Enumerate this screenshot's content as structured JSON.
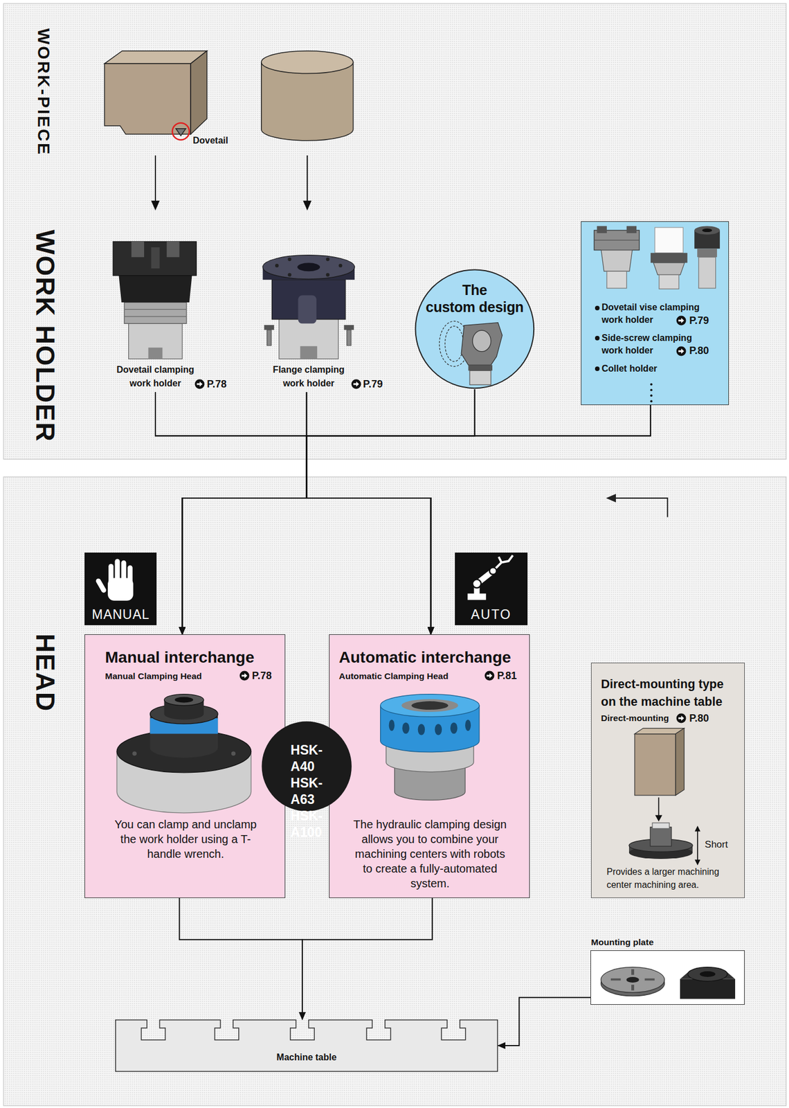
{
  "diagram": {
    "nodes": [
      {
        "text": [
          "Dovetail clamping work holder",
          "P.78"
        ]
      },
      {
        "text": [
          "Flange clamping work holder",
          "P.79"
        ]
      },
      {
        "text": [
          "The custom design"
        ]
      },
      {
        "text": [
          "Dovetail vise clamping work holder",
          "P.79",
          "Side-screw clamping work holder",
          "P.80",
          "Collet holder"
        ]
      },
      {
        "text": [
          "MANUAL"
        ]
      },
      {
        "text": [
          "AUTO"
        ]
      },
      {
        "text": [
          "Manual interchange",
          "Manual Clamping Head",
          "P.78",
          "You can clamp and unclamp the work holder using a T-handle wrench."
        ]
      },
      {
        "text": [
          "HSK-A40 HSK-A63 HSK-A100"
        ]
      },
      {
        "text": [
          "Automatic interchange",
          "Automatic Clamping Head",
          "P.81",
          "The hydraulic clamping design allows you to combine your machining centers with robots to create a fully-automated system."
        ]
      },
      {
        "text": [
          "Direct-mounting type on the machine table",
          "Direct-mounting",
          "P.80",
          "Short",
          "Provides a larger machining center machining area."
        ]
      },
      {
        "text": [
          "Mounting plate"
        ]
      },
      {
        "text": [
          "Machine table"
        ]
      }
    ],
    "edges": [
      {
        "from": 0,
        "to": 6,
        "arrow": "to"
      },
      {
        "from": 0,
        "to": 8,
        "arrow": "to"
      },
      {
        "from": 1,
        "to": 6,
        "arrow": "to"
      },
      {
        "from": 1,
        "to": 8,
        "arrow": "to"
      },
      {
        "from": 2,
        "to": 6,
        "arrow": "to"
      },
      {
        "from": 2,
        "to": 8,
        "arrow": "to"
      },
      {
        "from": 3,
        "to": 6,
        "arrow": "to"
      },
      {
        "from": 3,
        "to": 8,
        "arrow": "to"
      },
      {
        "from": 6,
        "to": 11,
        "arrow": "to"
      },
      {
        "from": 8,
        "to": 11,
        "arrow": "to"
      },
      {
        "from": 10,
        "to": 11,
        "arrow": "to"
      }
    ],
    "labels": [
      "WORK-PIECE",
      "Dovetail",
      "WORK HOLDER",
      "HEAD"
    ]
  }
}
